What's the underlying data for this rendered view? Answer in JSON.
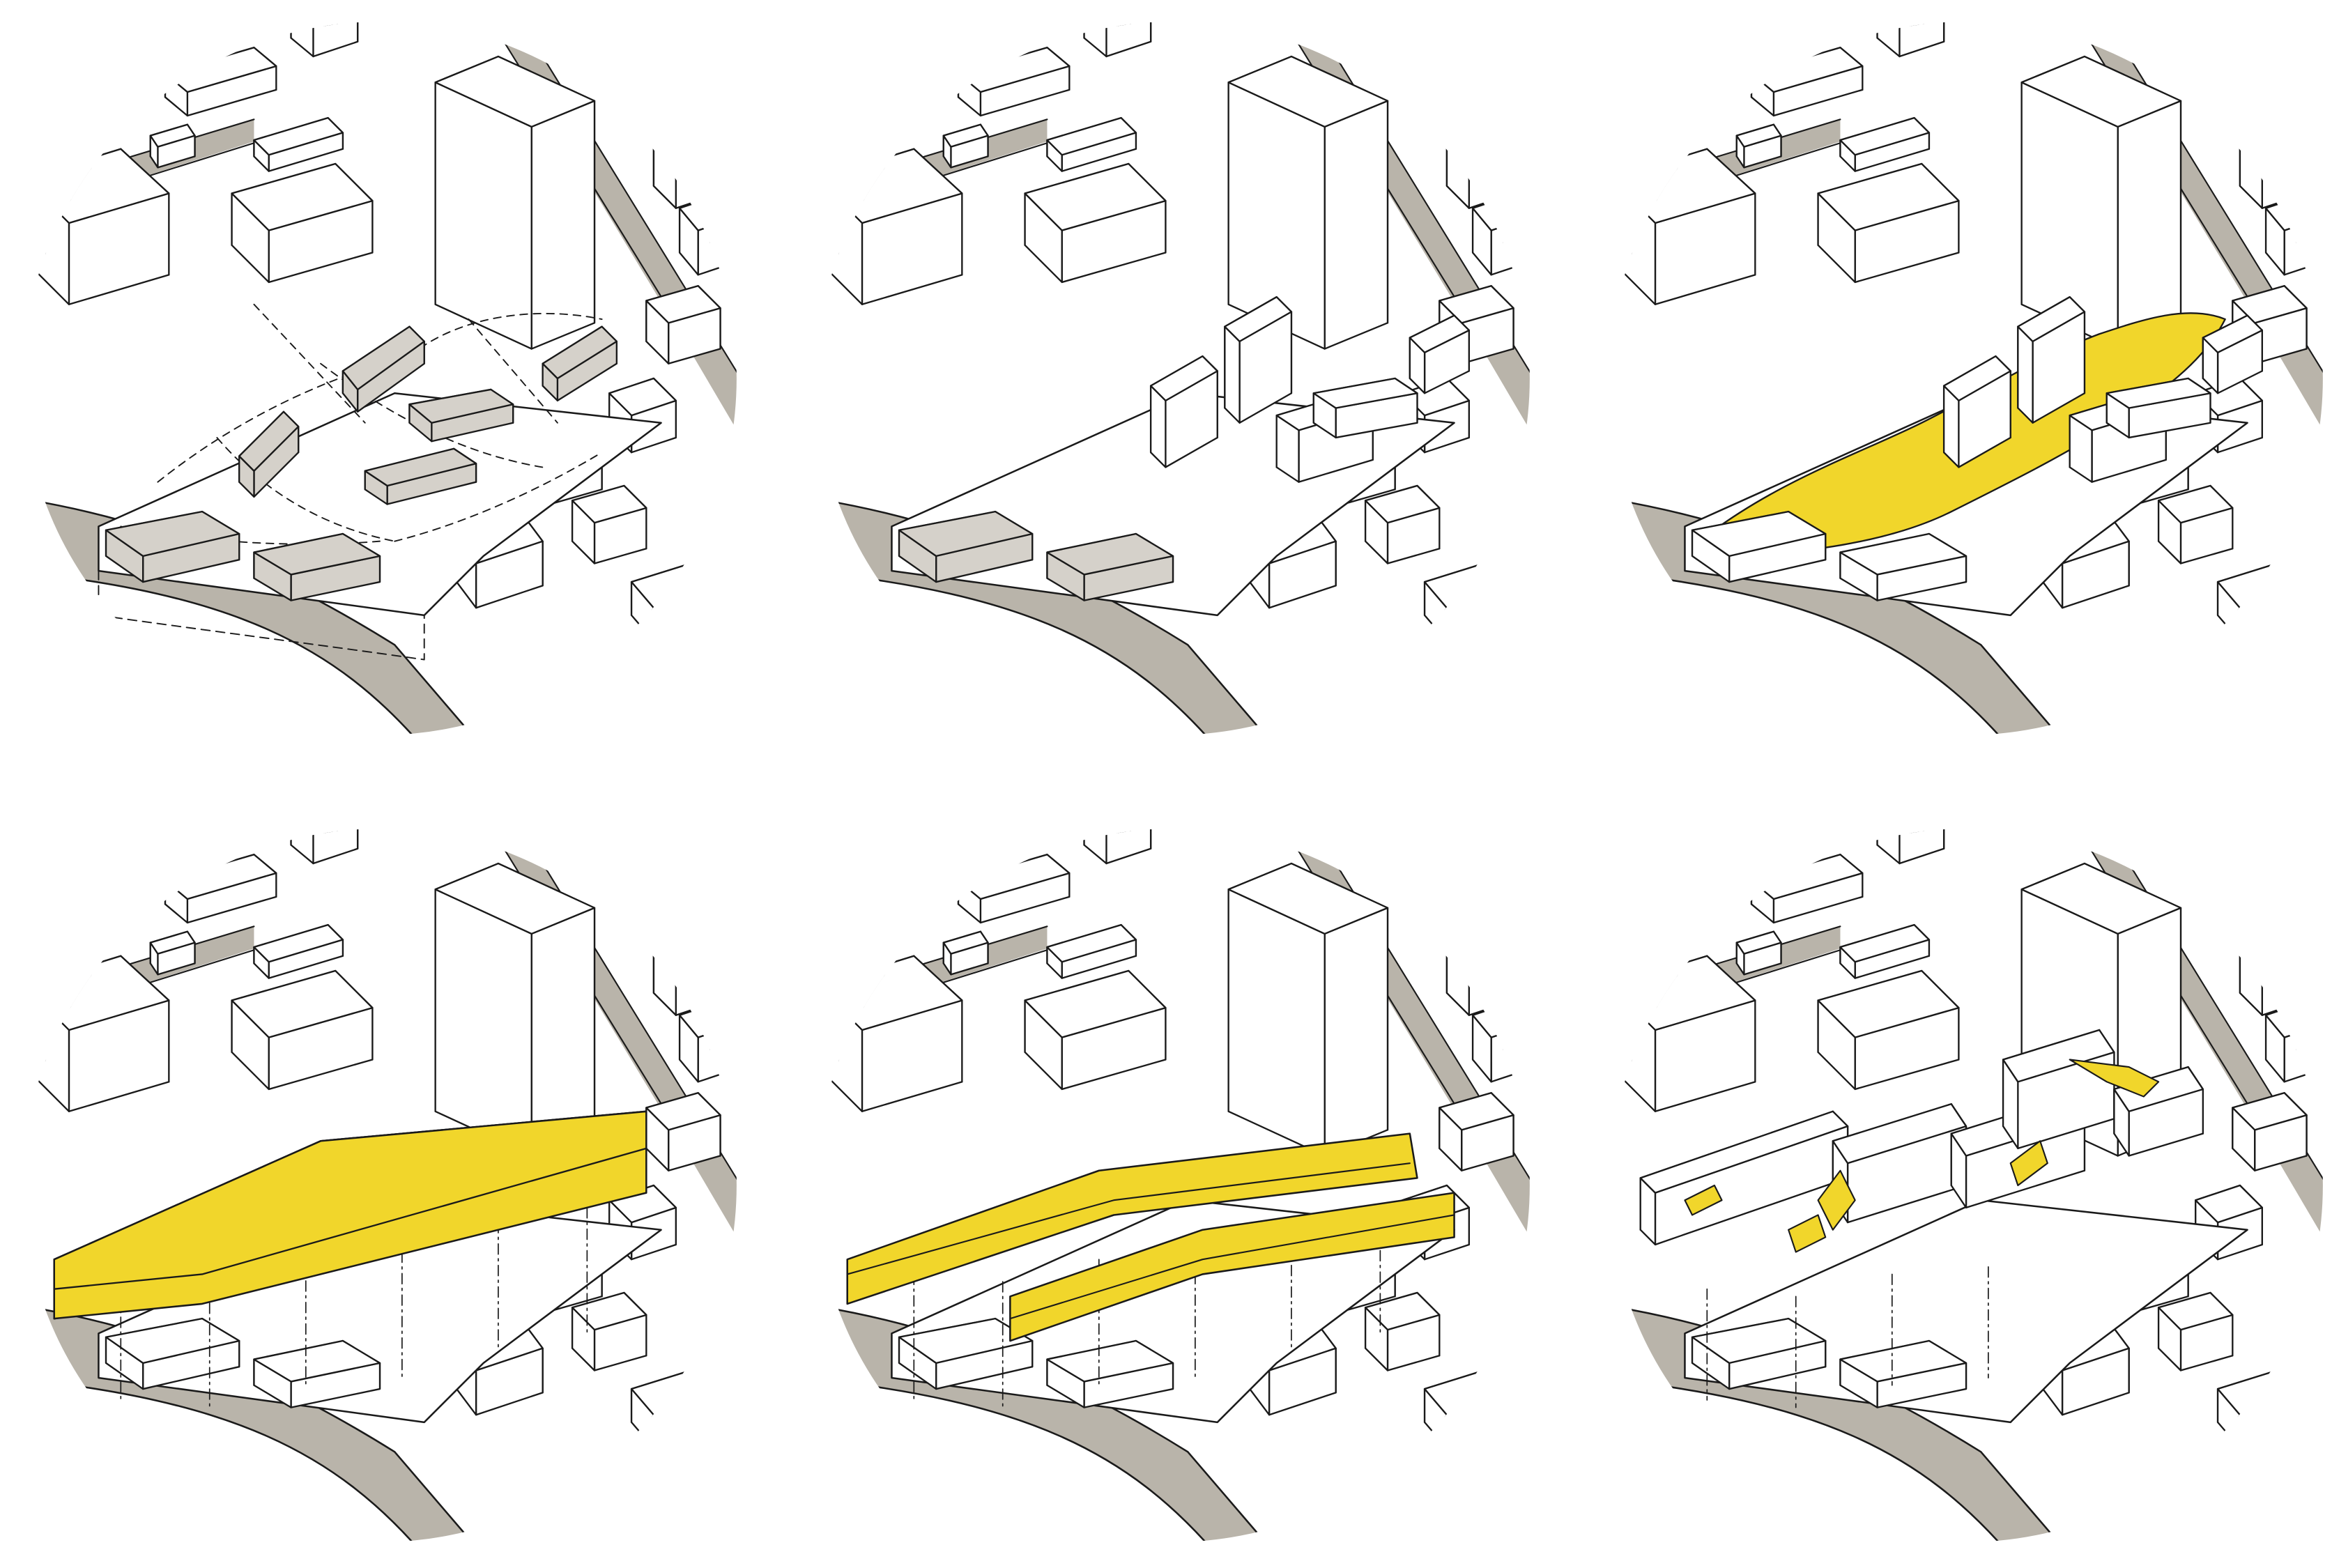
{
  "colors": {
    "ink": "#1a1a1a",
    "paper": "#ffffff",
    "road": "#b9b4aa",
    "gray_mass": "#d5d1ca",
    "yellow": "#f1d62b"
  },
  "panels": [
    {
      "id": "p1",
      "stage": "site-circulation",
      "fill": "gray"
    },
    {
      "id": "p2",
      "stage": "volumes",
      "fill": "gray"
    },
    {
      "id": "p3",
      "stage": "plaza",
      "fill": "yellow"
    },
    {
      "id": "p4",
      "stage": "single-roof",
      "fill": "yellow"
    },
    {
      "id": "p5",
      "stage": "split-roof",
      "fill": "yellow"
    },
    {
      "id": "p6",
      "stage": "carved-roof",
      "fill": "yellow"
    }
  ]
}
